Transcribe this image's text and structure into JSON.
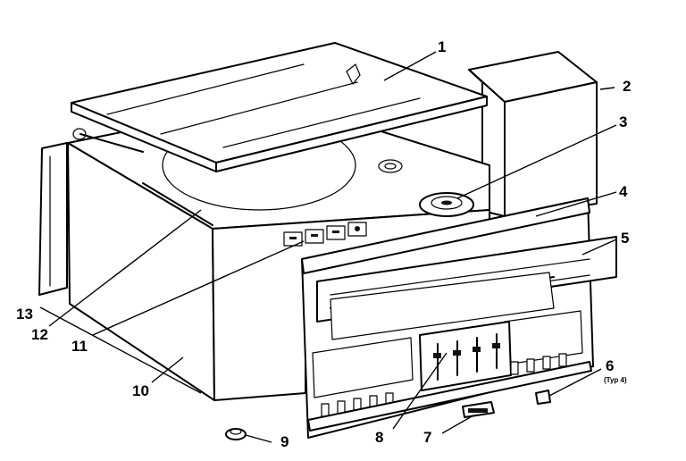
{
  "diagram": {
    "type": "exploded-parts-view",
    "callouts": [
      {
        "id": "1",
        "label": "1"
      },
      {
        "id": "2",
        "label": "2"
      },
      {
        "id": "3",
        "label": "3"
      },
      {
        "id": "4",
        "label": "4"
      },
      {
        "id": "5",
        "label": "5"
      },
      {
        "id": "6",
        "label": "6",
        "note": "(Typ 4)"
      },
      {
        "id": "7",
        "label": "7"
      },
      {
        "id": "8",
        "label": "8"
      },
      {
        "id": "9",
        "label": "9"
      },
      {
        "id": "10",
        "label": "10"
      },
      {
        "id": "11",
        "label": "11"
      },
      {
        "id": "12",
        "label": "12"
      },
      {
        "id": "13",
        "label": "13"
      }
    ]
  }
}
